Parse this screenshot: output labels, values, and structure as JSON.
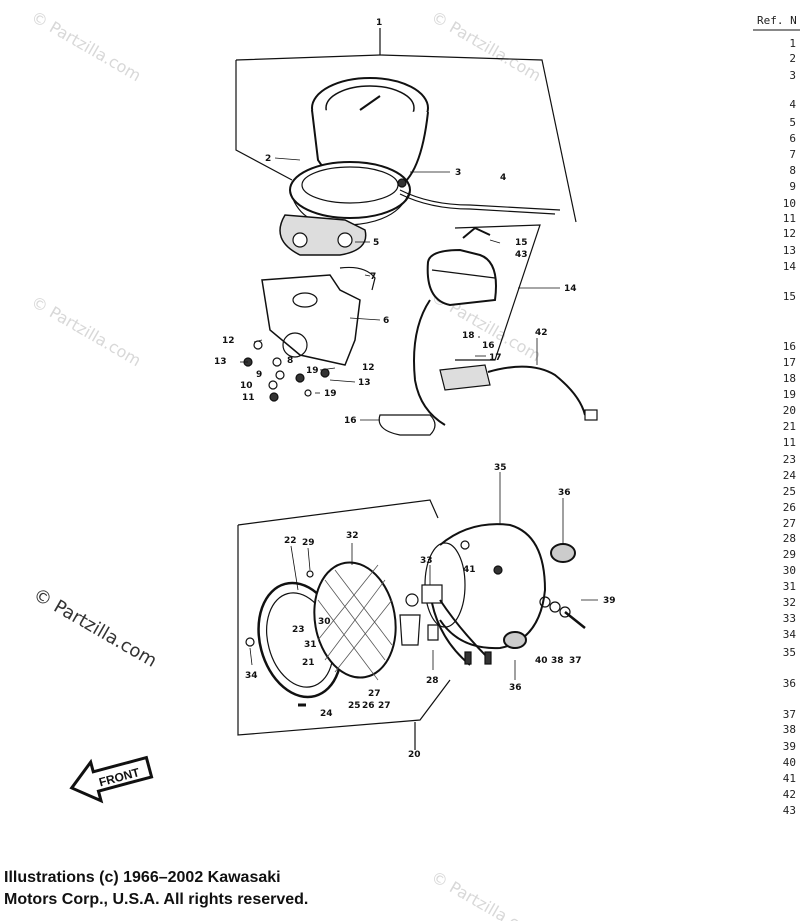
{
  "ref_column": {
    "header": "Ref. N",
    "numbers": [
      "1",
      "2",
      "3",
      "4",
      "5",
      "6",
      "7",
      "8",
      "9",
      "10",
      "11",
      "12",
      "13",
      "14",
      "15",
      "16",
      "17",
      "18",
      "19",
      "20",
      "21",
      "11",
      "23",
      "24",
      "25",
      "26",
      "27",
      "28",
      "29",
      "30",
      "31",
      "32",
      "33",
      "34",
      "35",
      "36",
      "37",
      "38",
      "39",
      "40",
      "41",
      "42",
      "43"
    ]
  },
  "callouts": {
    "c1": "1",
    "c2": "2",
    "c3": "3",
    "c4": "4",
    "c5": "5",
    "c6": "6",
    "c7": "7",
    "c8": "8",
    "c9": "9",
    "c10": "10",
    "c11": "11",
    "c12a": "12",
    "c12b": "12",
    "c13a": "13",
    "c13b": "13",
    "c14": "14",
    "c15": "15",
    "c43": "43",
    "c16a": "16",
    "c16b": "16",
    "c17": "17",
    "c18": "18",
    "c19a": "19",
    "c19b": "19",
    "c42": "42",
    "c20": "20",
    "c21": "21",
    "c22": "22",
    "c23": "23",
    "c24": "24",
    "c25": "25",
    "c26": "26",
    "c27a": "27",
    "c27b": "27",
    "c28": "28",
    "c29": "29",
    "c30": "30",
    "c31": "31",
    "c32": "32",
    "c33": "33",
    "c34": "34",
    "c35": "35",
    "c36a": "36",
    "c36b": "36",
    "c37": "37",
    "c38": "38",
    "c39": "39",
    "c40": "40",
    "c41": "41"
  },
  "front_label": "FRONT",
  "watermark": "© Partzilla.com",
  "copyright": {
    "line1": "Illustrations (c) 1966–2002 Kawasaki",
    "line2": "Motors Corp., U.S.A.  All rights reserved."
  }
}
